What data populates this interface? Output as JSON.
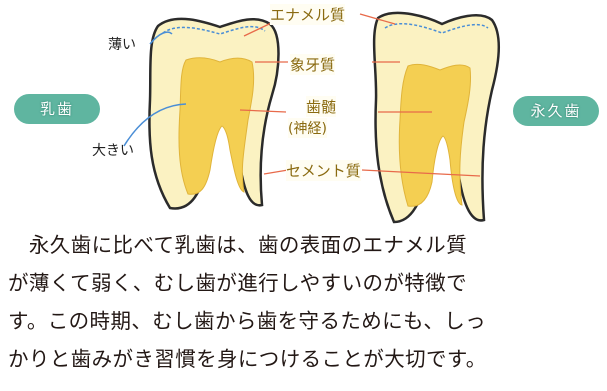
{
  "labels": {
    "primary_tooth": "乳歯",
    "permanent_tooth": "永久歯",
    "thin": "薄い",
    "large": "大きい"
  },
  "parts": {
    "enamel": "エナメル質",
    "dentin": "象牙質",
    "pulp": "歯髄",
    "pulp_sub": "(神経)",
    "cementum": "セメント質"
  },
  "caption": {
    "line1": "　永久歯に比べて乳歯は、歯の表面のエナメル質",
    "line2": "が薄くて弱く、むし歯が進行しやすいのが特徴で",
    "line3": "す。この時期、むし歯から歯を守るためにも、しっ",
    "line4": "かりと歯みがき習慣を身につけることが大切です。"
  },
  "colors": {
    "pulp": "#f4cf52",
    "dentin": "#fbf2c2",
    "outline": "#2b2b2b",
    "enamel_line": "#4a8ed6",
    "pointer": "#e86a4a",
    "badge": "#5fb5a0"
  }
}
